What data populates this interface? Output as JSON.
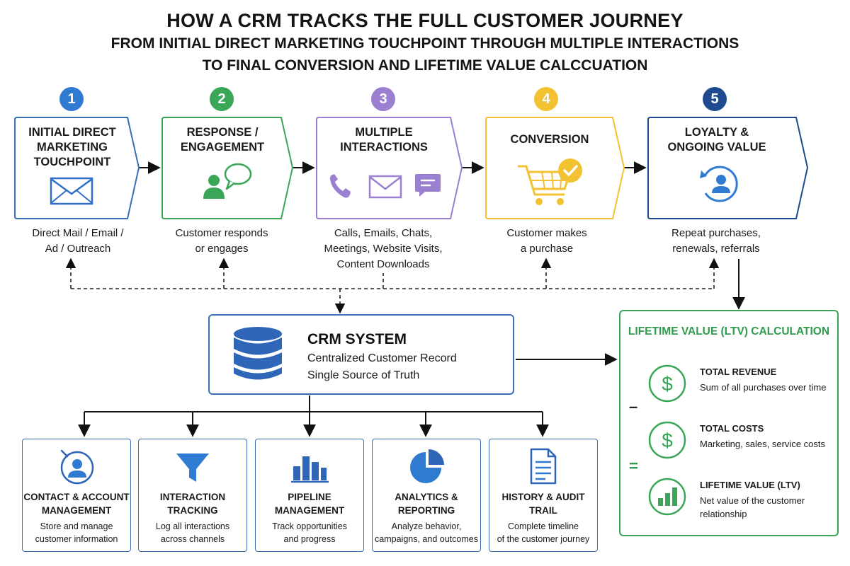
{
  "title": {
    "line1": "HOW A CRM TRACKS THE FULL CUSTOMER JOURNEY",
    "line2": "FROM INITIAL DIRECT MARKETING TOUCHPOINT THROUGH MULTIPLE INTERACTIONS",
    "line3": "TO FINAL CONVERSION AND LIFETIME VALUE CALCCUATION"
  },
  "colors": {
    "blue": "#3a6fb6",
    "green": "#3aa657",
    "purple": "#9b7fd0",
    "yellow": "#f2c233",
    "navy": "#1f4a8f",
    "accent_blue": "#2f7bd2"
  },
  "stages": [
    {
      "number": "1",
      "title": "INITIAL DIRECT\nMARKETING\nTOUCHPOINT",
      "caption": "Direct Mail / Email /\nAd / Outreach",
      "icon": "envelope-icon"
    },
    {
      "number": "2",
      "title": "RESPONSE /\nENGAGEMENT",
      "caption": "Customer responds\nor engages",
      "icon": "person-speech-icon"
    },
    {
      "number": "3",
      "title": "MULTIPLE\nINTERACTIONS",
      "caption": "Calls, Emails, Chats,\nMeetings, Website Visits,\nContent Downloads",
      "icon": "phone-mail-chat-icons"
    },
    {
      "number": "4",
      "title": "CONVERSION",
      "caption": "Customer makes\na purchase",
      "icon": "cart-check-icon"
    },
    {
      "number": "5",
      "title": "LOYALTY &\nONGOING VALUE",
      "caption": "Repeat purchases,\nrenewals, referrals",
      "icon": "person-cycle-icon"
    }
  ],
  "crm": {
    "title": "CRM SYSTEM",
    "line1": "Centralized Customer Record",
    "line2": "Single Source of Truth",
    "icon": "database-icon"
  },
  "modules": [
    {
      "title": "CONTACT & ACCOUNT\nMANAGEMENT",
      "desc": "Store and manage\ncustomer information",
      "icon": "contact-icon"
    },
    {
      "title": "INTERACTION\nTRACKING",
      "desc": "Log all interactions\nacross channels",
      "icon": "funnel-icon"
    },
    {
      "title": "PIPELINE\nMANAGEMENT",
      "desc": "Track opportunities\nand progress",
      "icon": "bar-chart-icon"
    },
    {
      "title": "ANALYTICS &\nREPORTING",
      "desc": "Analyze behavior,\ncampaigns, and outcomes",
      "icon": "pie-chart-icon"
    },
    {
      "title": "HISTORY & AUDIT\nTRAIL",
      "desc": "Complete timeline\nof the customer journey",
      "icon": "document-icon"
    }
  ],
  "ltv": {
    "title": "LIFETIME VALUE (LTV) CALCULATION",
    "items": [
      {
        "title": "TOTAL REVENUE",
        "desc": "Sum of all purchases over time",
        "icon": "dollar-icon"
      },
      {
        "title": "TOTAL COSTS",
        "desc": "Marketing, sales, service costs",
        "icon": "dollar-icon"
      },
      {
        "title": "LIFETIME VALUE (LTV)",
        "desc": "Net value of the customer relationship",
        "icon": "growth-chart-icon"
      }
    ],
    "operators": [
      "–",
      "="
    ]
  }
}
